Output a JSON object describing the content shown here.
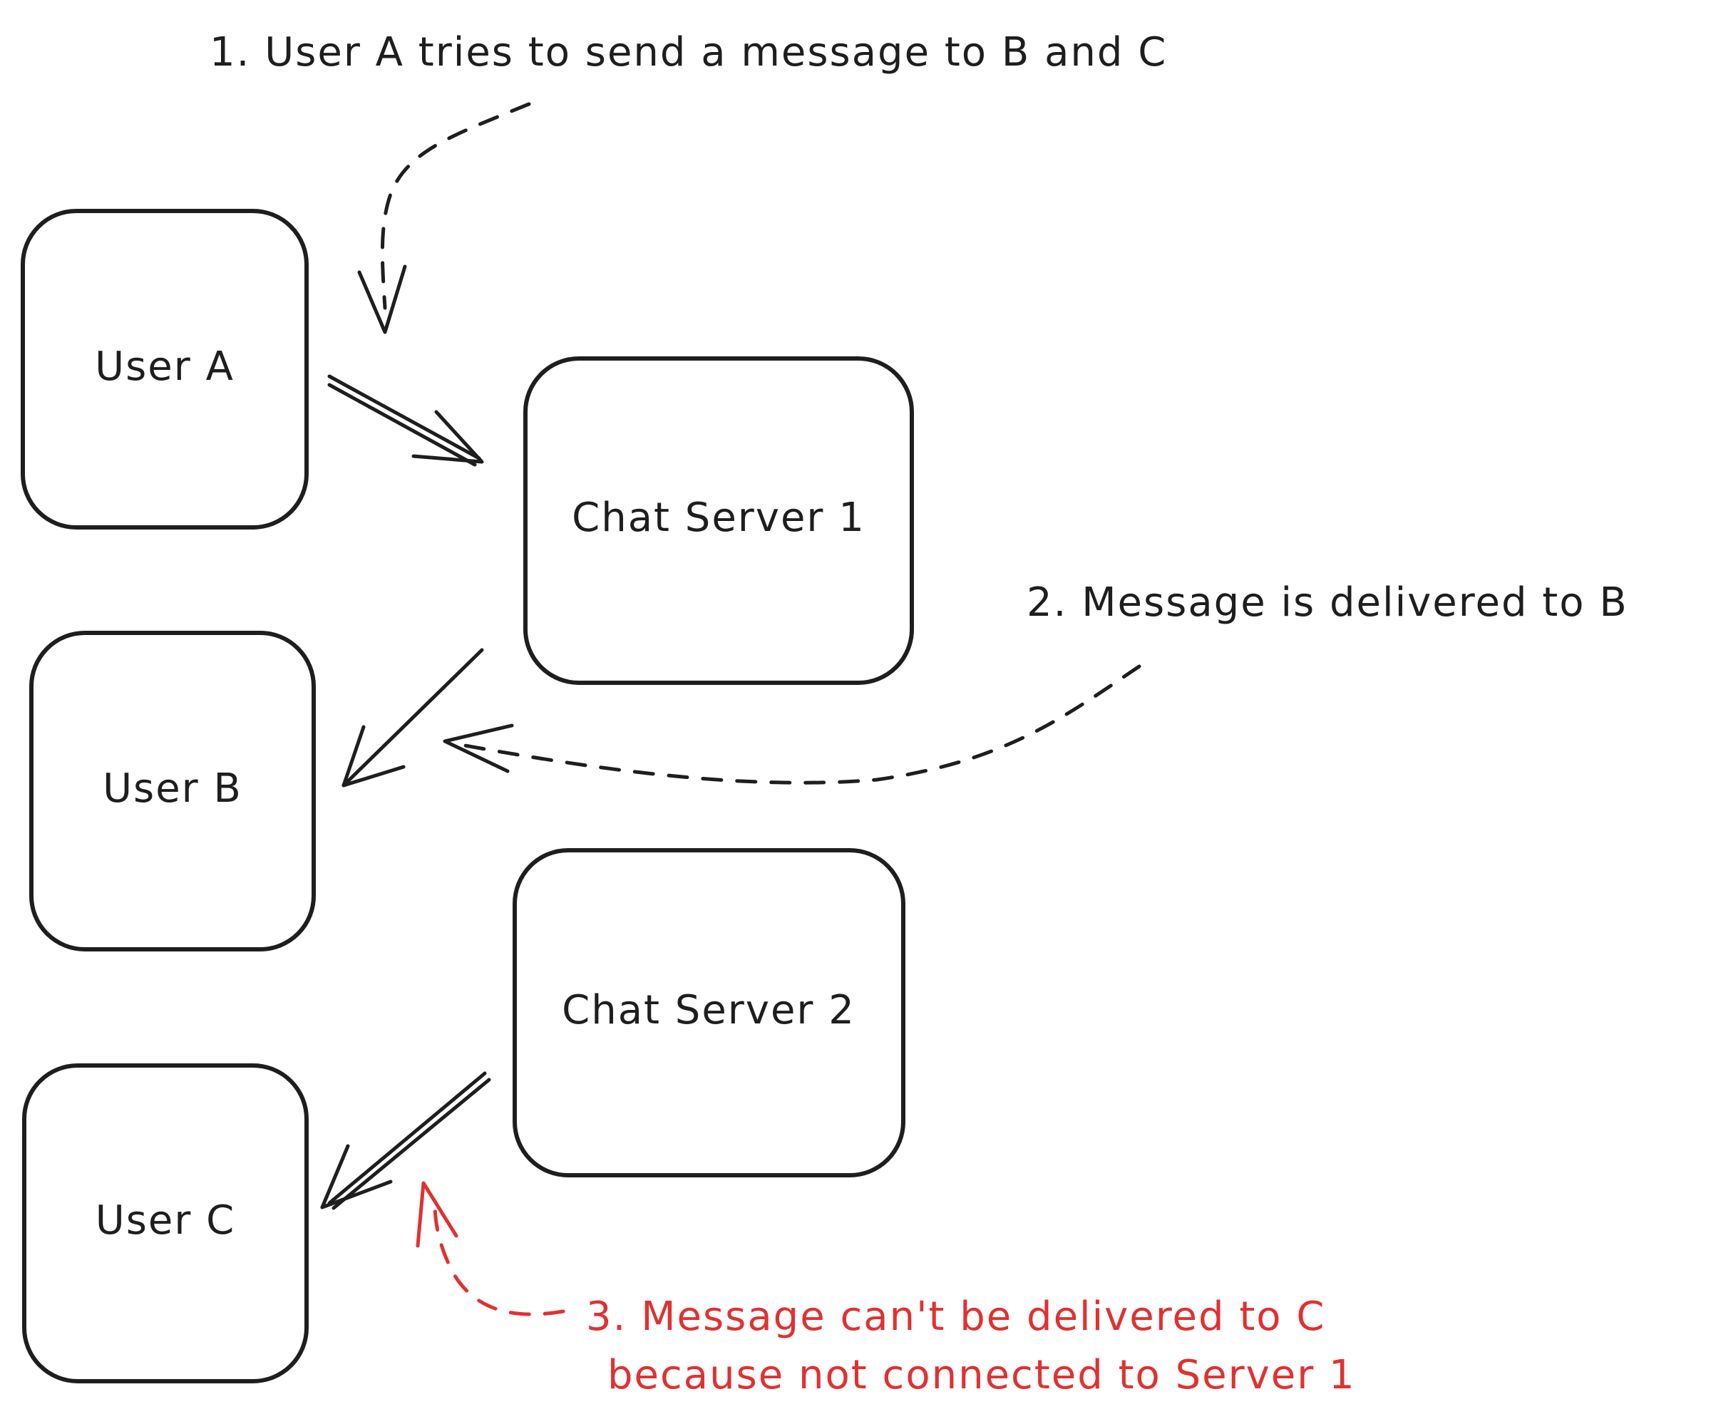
{
  "nodes": {
    "user_a": "User A",
    "user_b": "User B",
    "user_c": "User C",
    "server_1": "Chat Server 1",
    "server_2": "Chat Server 2"
  },
  "annotations": {
    "step1": "1. User A tries to send a message to B and C",
    "step2": "2. Message is delivered to B",
    "step3_line1": "3. Message can't be delivered to C",
    "step3_line2": "because not connected to Server 1"
  },
  "colors": {
    "stroke": "#1e1e1e",
    "error": "#e03131",
    "background": "#ffffff"
  }
}
